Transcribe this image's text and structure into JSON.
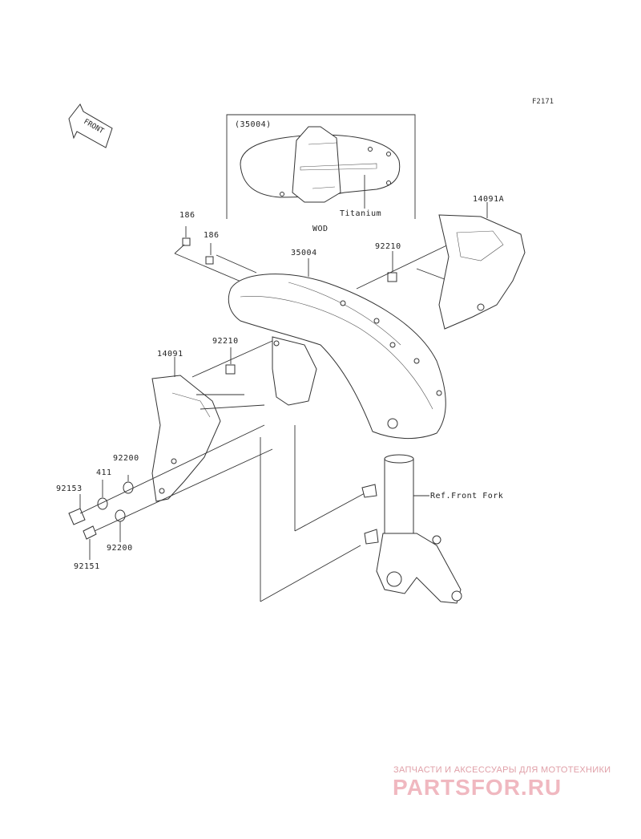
{
  "figure_code": "F2171",
  "front_label": "FRONT",
  "inset": {
    "part_ref": "(35004)",
    "material": "Titanium",
    "variant_code": "WOD"
  },
  "parts": {
    "bolt_186_a": "186",
    "bolt_186_b": "186",
    "fender": "35004",
    "nut_92210_right": "92210",
    "cover_right": "14091A",
    "nut_92210_left": "92210",
    "cover_left": "14091",
    "washer_92200_top": "92200",
    "collar_411": "411",
    "bolt_92153": "92153",
    "washer_92200_bottom": "92200",
    "bolt_92151": "92151"
  },
  "reference": "Ref.Front Fork",
  "watermark": {
    "tagline": "ЗАПЧАСТИ И АКСЕССУАРЫ ДЛЯ МОТОТЕХНИКИ",
    "logo": "PARTSFOR.RU"
  }
}
